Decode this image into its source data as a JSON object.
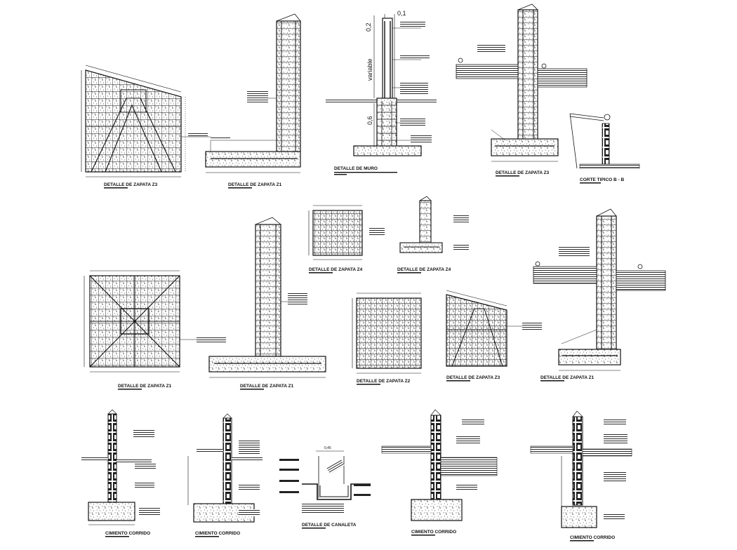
{
  "sheet": {
    "background": "#ffffff",
    "ink": "#111111"
  },
  "titles": {
    "z3_plan_a": "DETALLE DE ZAPATA Z3",
    "z1_section_a": "DETALLE DE ZAPATA Z1",
    "muro_section": "DETALLE DE MURO",
    "z3_section_a": "DETALLE DE ZAPATA Z3",
    "corte_bb": "CORTE TIPICO B - B",
    "z1_plan_b": "DETALLE DE ZAPATA Z1",
    "z1_section_b": "DETALLE DE ZAPATA Z1",
    "z4_plan": "DETALLE DE ZAPATA Z4",
    "z4_section": "DETALLE DE ZAPATA Z4",
    "z2_plan": "DETALLE DE ZAPATA Z2",
    "z3_plan_b": "DETALLE DE ZAPATA Z3",
    "z1_section_c": "DETALLE DE ZAPATA Z1",
    "cimiento_1": "CIMIENTO CORRIDO",
    "cimiento_2": "CIMIENTO CORRIDO",
    "canaleta": "DETALLE DE CANALETA",
    "cimiento_3": "CIMIENTO CORRIDO",
    "cimiento_4": "CIMIENTO CORRIDO"
  },
  "dimensions": {
    "d01": "0,1",
    "d02": "0,2",
    "variable": "variable",
    "d06": "0,6",
    "d045": "0,45"
  }
}
